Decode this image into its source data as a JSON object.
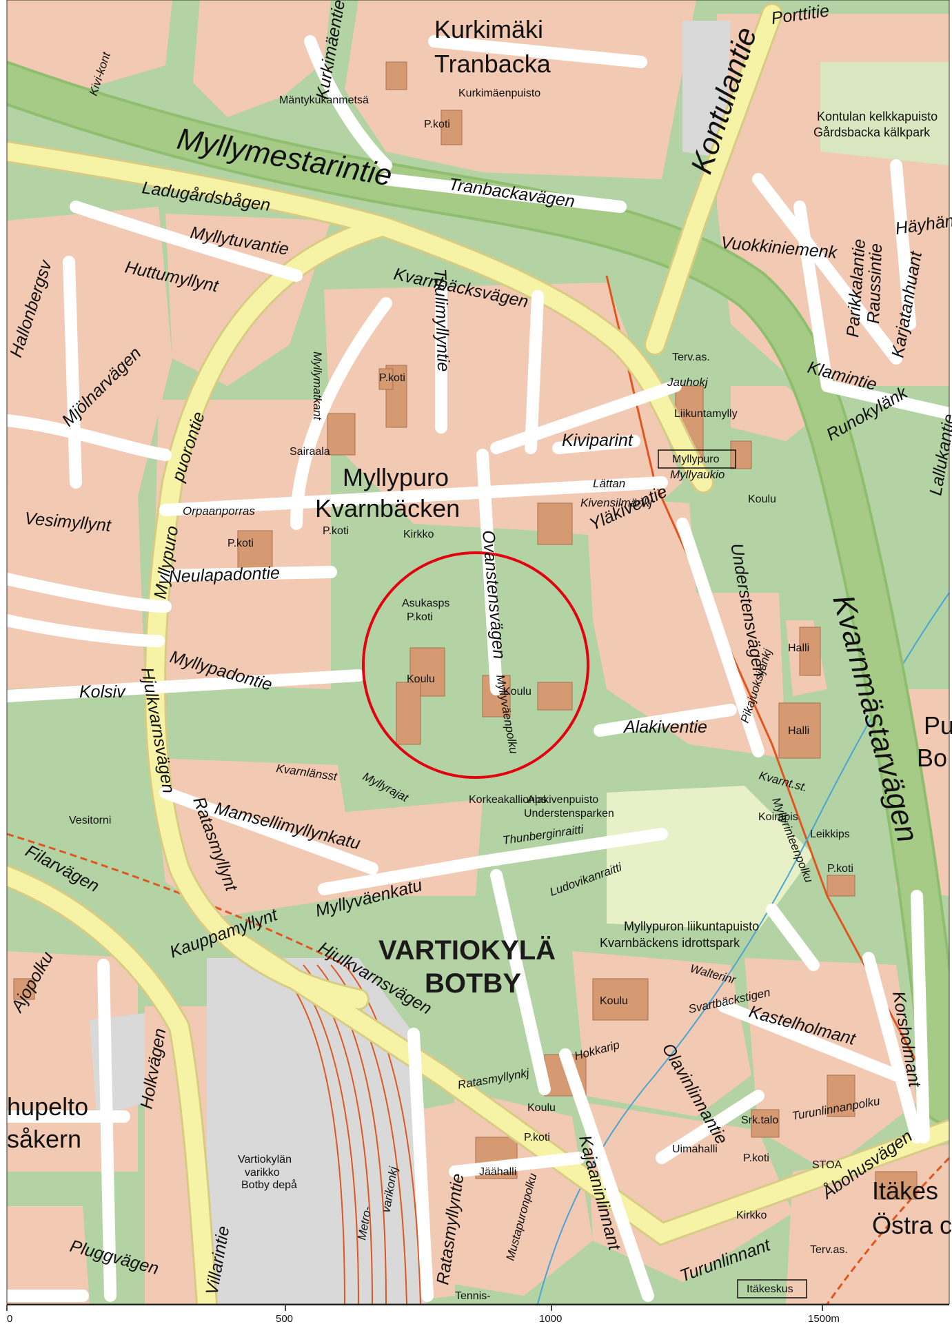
{
  "map": {
    "colors": {
      "park": "#b4d3a4",
      "block": "#f2c9b3",
      "building": "#d69a72",
      "major_road": "#8fbf6e",
      "road": "#f7f3a6",
      "street": "#ffffff",
      "highlight_circle": "#e3000f",
      "rail": "#e0561f"
    },
    "districts": [
      {
        "label": "Kurkimäki"
      },
      {
        "label": "Tranbacka"
      },
      {
        "label": "Myllypuro"
      },
      {
        "label": "Kvarnbäcken"
      },
      {
        "label": "VARTIOKYLÄ"
      },
      {
        "label": "BOTBY"
      },
      {
        "label": "hupelto"
      },
      {
        "label": "såkern"
      },
      {
        "label": "Itäkes"
      },
      {
        "label": "Östra c"
      },
      {
        "label": "Pu"
      },
      {
        "label": "Bo"
      }
    ],
    "major_roads": [
      {
        "label": "Myllymestarintie"
      },
      {
        "label": "Kontulantie"
      },
      {
        "label": "Kvarnmästarvägen"
      }
    ],
    "roads": [
      {
        "label": "Ladugårdsbågen"
      },
      {
        "label": "Kvarnbäcksvägen"
      },
      {
        "label": "Tranbackavägen"
      },
      {
        "label": "Myllytuvantie"
      },
      {
        "label": "Huttumyllynt"
      },
      {
        "label": "Myllypuro"
      },
      {
        "label": "puorontie"
      },
      {
        "label": "Orpaanporras"
      },
      {
        "label": "Neulapadontie"
      },
      {
        "label": "Myllypadontie"
      },
      {
        "label": "Ovanstensvägen"
      },
      {
        "label": "Yläkiventie"
      },
      {
        "label": "Understensvägen"
      },
      {
        "label": "Alakiventie"
      },
      {
        "label": "Kiviparint"
      },
      {
        "label": "Hjulkvarnsvägen"
      },
      {
        "label": "Ratasmyllynt"
      },
      {
        "label": "Mamsellimyllynkatu"
      },
      {
        "label": "Myllyväenkatu"
      },
      {
        "label": "Filarvägen"
      },
      {
        "label": "Kauppamyllynt"
      },
      {
        "label": "Ratasmyllyntie"
      },
      {
        "label": "Kajaaninlinnant"
      },
      {
        "label": "Olavinlinnantie"
      },
      {
        "label": "Kastelholmant"
      },
      {
        "label": "Korsholmant"
      },
      {
        "label": "Turunlinnant"
      },
      {
        "label": "Åbohusvägen"
      },
      {
        "label": "Villarintie"
      },
      {
        "label": "Holkvägen"
      },
      {
        "label": "Pluggvägen"
      },
      {
        "label": "Klamintie"
      },
      {
        "label": "Karjatanhuant"
      },
      {
        "label": "Vuokkiniemenk"
      },
      {
        "label": "Kurkimäentie"
      },
      {
        "label": "Porttitie"
      },
      {
        "label": "Vesimyllynt"
      },
      {
        "label": "Kolsiv"
      },
      {
        "label": "Thunberginraitti"
      },
      {
        "label": "Ludovikanraitti"
      },
      {
        "label": "Runokylänk"
      },
      {
        "label": "Hallonbergsv"
      },
      {
        "label": "Tuulimyllyntie"
      },
      {
        "label": "Myllymatkant"
      },
      {
        "label": "Mjölnarvägen"
      },
      {
        "label": "Lallukantie"
      },
      {
        "label": "Häyhäntie"
      },
      {
        "label": "Parikkalantie"
      },
      {
        "label": "Raussintie"
      },
      {
        "label": "Ajopolku"
      }
    ],
    "small_labels": [
      {
        "label": "Myllyväenpolku"
      },
      {
        "label": "Kvarnlänsst"
      },
      {
        "label": "Myllyrajat"
      },
      {
        "label": "Svartbäckstigen"
      },
      {
        "label": "Ratasmyllynkj"
      },
      {
        "label": "Hokkarip"
      },
      {
        "label": "Jauhokj"
      },
      {
        "label": "Kivensilmänkj"
      },
      {
        "label": "Lättan"
      },
      {
        "label": "Myllyaukio"
      },
      {
        "label": "Pikajuoksijankj"
      },
      {
        "label": "Kvarnt.st."
      },
      {
        "label": "Walterinr"
      },
      {
        "label": "Turunlinnanpolku"
      },
      {
        "label": "Mustapuronpolku"
      },
      {
        "label": "Myllyrinteenpolku"
      },
      {
        "label": "Kivi-kont"
      },
      {
        "label": "Mäntykukanmetsä"
      }
    ],
    "pois": [
      {
        "label": "P.koti"
      },
      {
        "label": "Kurkimäenpuisto"
      },
      {
        "label": "Kontulan kelkkapuisto"
      },
      {
        "label": "Gårdsbacka kälkpark"
      },
      {
        "label": "Terv.as."
      },
      {
        "label": "Liikuntamylly"
      },
      {
        "label": "Myllypuro"
      },
      {
        "label": "Koulu"
      },
      {
        "label": "Sairaala"
      },
      {
        "label": "Kirkko"
      },
      {
        "label": "Asukasps"
      },
      {
        "label": "Halli"
      },
      {
        "label": "Korkeakallionps"
      },
      {
        "label": "Alakivenpuisto"
      },
      {
        "label": "Understensparken"
      },
      {
        "label": "Vesitorni"
      },
      {
        "label": "Koirapis"
      },
      {
        "label": "Leikkips"
      },
      {
        "label": "Myllypuron liikuntapuisto"
      },
      {
        "label": "Kvarnbäckens idrottspark"
      },
      {
        "label": "Srk.talo"
      },
      {
        "label": "Uimahalli"
      },
      {
        "label": "STOA"
      },
      {
        "label": "Jäähalli"
      },
      {
        "label": "Vartiokylän"
      },
      {
        "label": "varikko"
      },
      {
        "label": "Botby depå"
      },
      {
        "label": "Itäkeskus"
      },
      {
        "label": "Metro-"
      },
      {
        "label": "varikonkj"
      },
      {
        "label": "Tennis-"
      }
    ],
    "scale_bar": {
      "labels": [
        "0",
        "500",
        "1000",
        "1500m"
      ]
    },
    "highlight": {
      "shape": "circle",
      "color": "#e3000f"
    }
  }
}
